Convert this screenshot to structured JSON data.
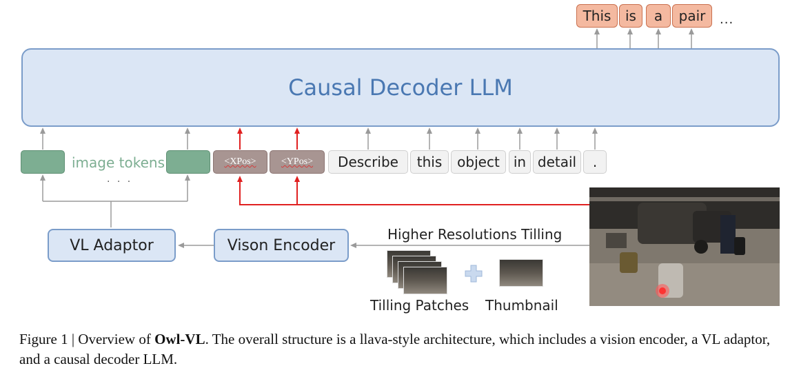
{
  "output_tokens": [
    "This",
    "is",
    "a",
    "pair"
  ],
  "output_ellipsis": "...",
  "llm_label": "Causal Decoder LLM",
  "image_tokens_label": "image tokens",
  "image_tokens_dots": "· · ·",
  "pos_tokens": [
    "<XPos>",
    "<YPos>"
  ],
  "text_tokens": [
    "Describe",
    "this",
    "object",
    "in",
    "detail",
    "."
  ],
  "vl_adaptor_label": "VL Adaptor",
  "vision_encoder_label": "Vison Encoder",
  "tilling_label": "Higher Resolutions Tilling",
  "tilling_patches_label": "Tilling Patches",
  "thumbnail_label": "Thumbnail",
  "caption": {
    "prefix": "Figure 1 | Overview of ",
    "model_name": "Owl-VL",
    "suffix": ". The overall structure is a llava-style architecture, which includes a vision encoder, a VL adaptor, and a causal decoder LLM."
  },
  "colors": {
    "llm_fill": "#dbe6f5",
    "llm_text": "#4a78b2",
    "output_token": "#f4b9a0",
    "image_token": "#7dae92",
    "pos_token": "#a89592",
    "highlight_arrow": "#e02020"
  }
}
